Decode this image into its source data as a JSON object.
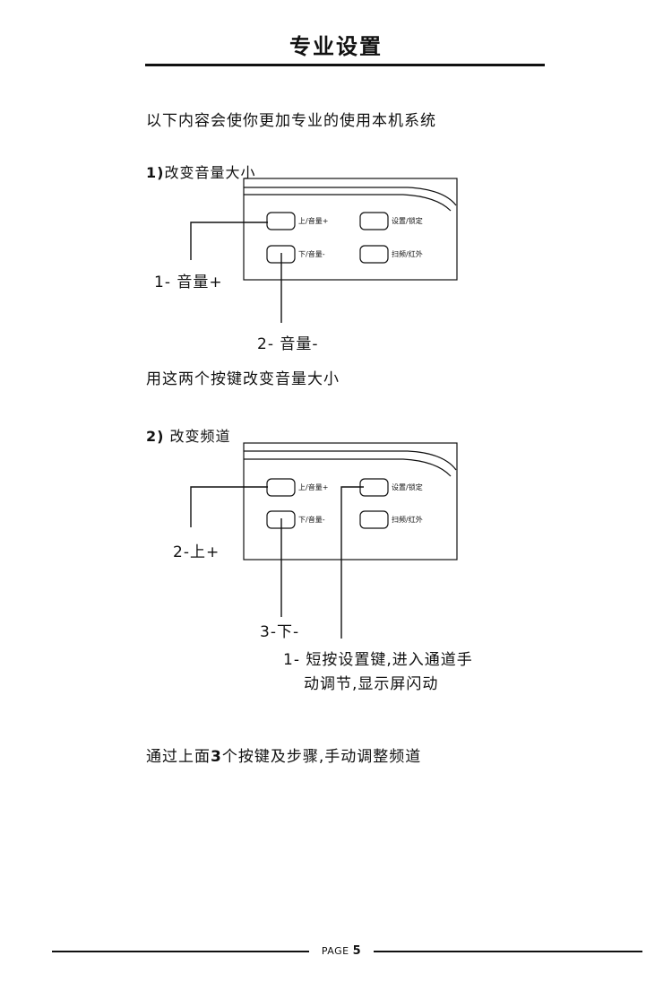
{
  "title": "专业设置",
  "intro": "以下内容会使你更加专业的使用本机系统",
  "section1": {
    "number": "1)",
    "heading": "改变音量大小",
    "buttons": {
      "up": "上/音量+",
      "down": "下/音量-",
      "set": "设置/锁定",
      "scan": "扫频/红外"
    },
    "callout1": "1- 音量+",
    "callout2": "2- 音量-",
    "note": "用这两个按键改变音量大小"
  },
  "section2": {
    "number": "2)",
    "heading": " 改变频道",
    "buttons": {
      "up": "上/音量+",
      "down": "下/音量-",
      "set": "设置/锁定",
      "scan": "扫频/红外"
    },
    "callout_up": "2-上+",
    "callout_down": "3-下-",
    "callout_set_line1": "1- 短按设置键,进入通道手",
    "callout_set_line2": "动调节,显示屏闪动",
    "note_pre": "通过上面",
    "note_num": "3",
    "note_post": "个按键及步骤,手动调整频道"
  },
  "footer": {
    "page_label": "PAGE ",
    "page_number": "5"
  }
}
